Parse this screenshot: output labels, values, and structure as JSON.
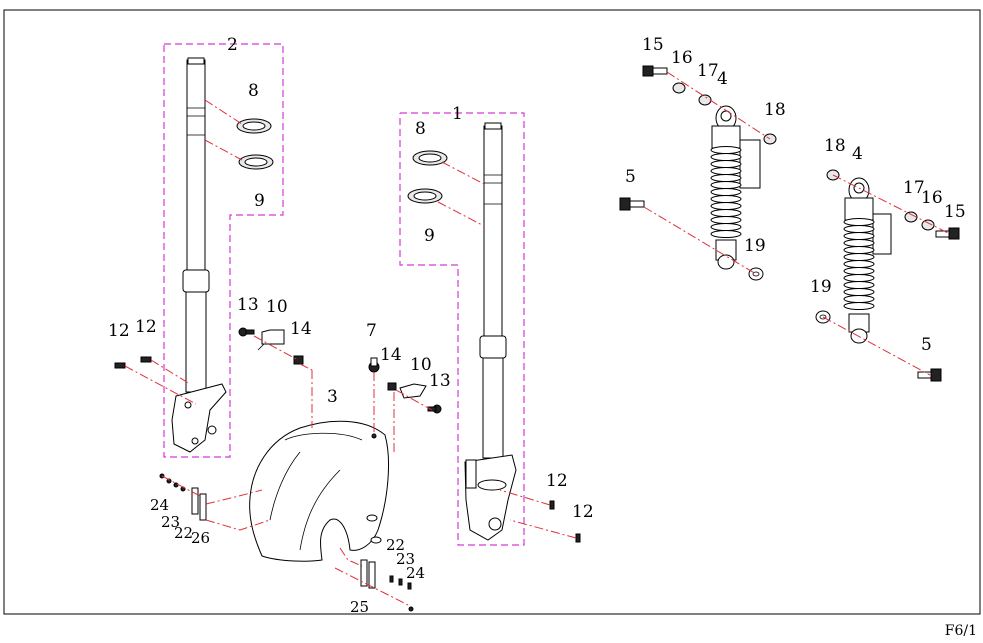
{
  "page_ref": "F6/1",
  "callouts": {
    "fork_left_group": "2",
    "fork_right_group": "1",
    "seal_8_left": "8",
    "seal_9_left": "9",
    "seal_8_right": "8",
    "seal_9_right": "9",
    "fender": "3",
    "bolt_7": "7",
    "clamp_10_left": "10",
    "clamp_10_right": "10",
    "bolt_12_a": "12",
    "bolt_12_b": "12",
    "bolt_12_c": "12",
    "bolt_12_d": "12",
    "bolt_13_left": "13",
    "bolt_13_right": "13",
    "nut_14_left": "14",
    "nut_14_right": "14",
    "part_22_left": "22",
    "part_23_left": "23",
    "part_24_left": "24",
    "part_26": "26",
    "part_22_right": "22",
    "part_23_right": "23",
    "part_24_right": "24",
    "part_25": "25",
    "shock_4_a": "4",
    "shock_4_b": "4",
    "bolt_5_a": "5",
    "bolt_5_b": "5",
    "bolt_15_a": "15",
    "bolt_15_b": "15",
    "washer_16_a": "16",
    "washer_16_b": "16",
    "washer_17_a": "17",
    "washer_17_b": "17",
    "washer_18_a": "18",
    "washer_18_b": "18",
    "nut_19_a": "19",
    "nut_19_b": "19"
  },
  "colors": {
    "group_outline": "#d63ad6",
    "leader_line": "#e0303a",
    "line_art": "#000000"
  }
}
